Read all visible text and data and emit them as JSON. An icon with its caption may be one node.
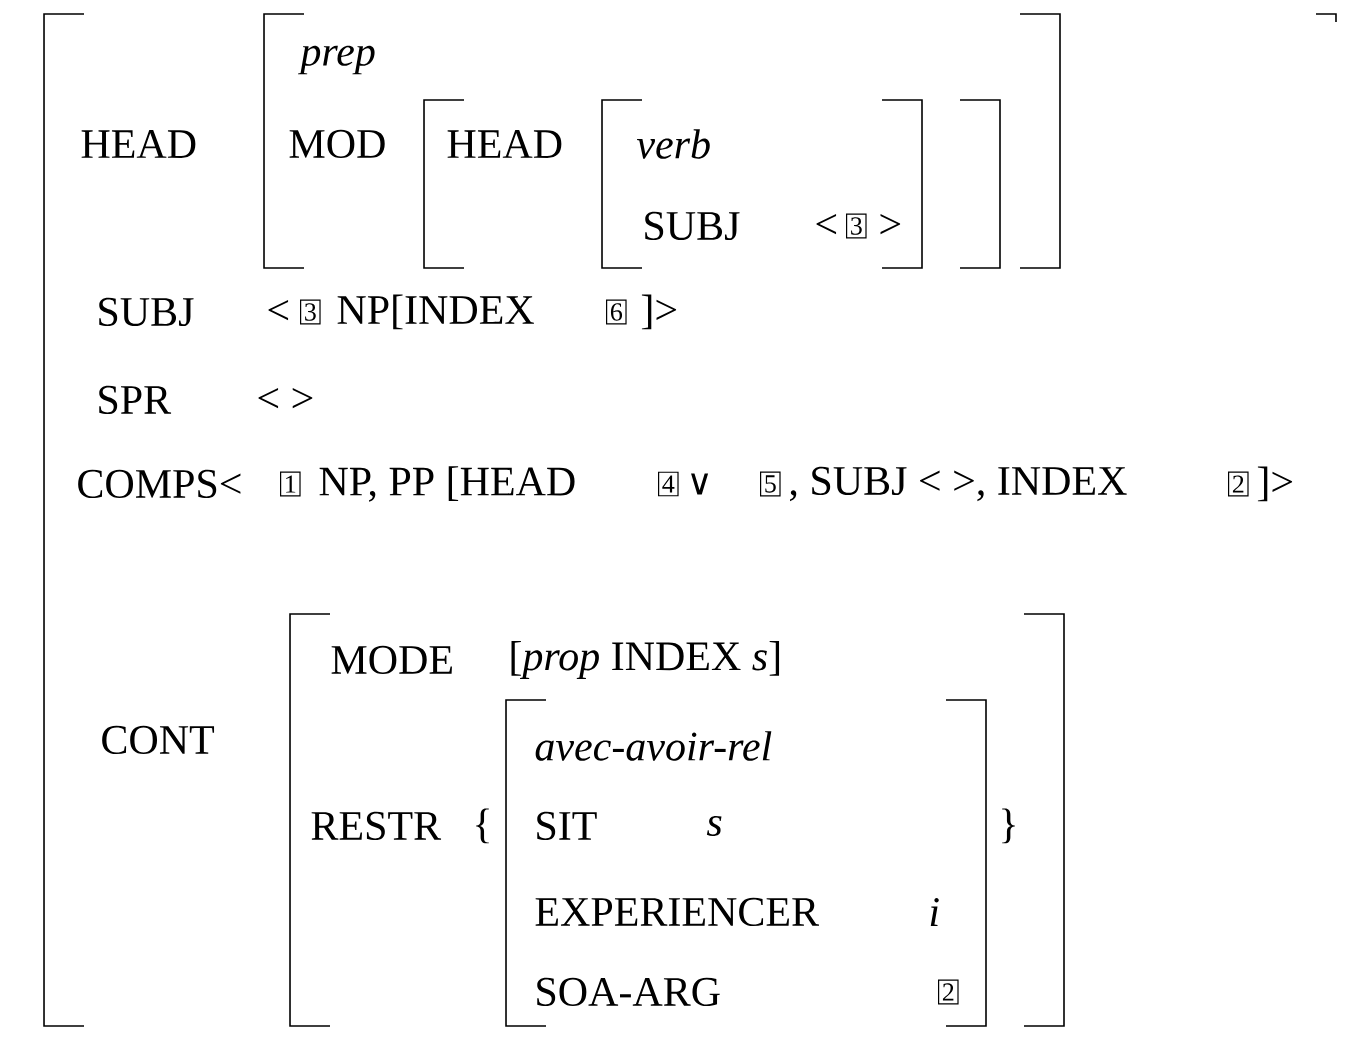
{
  "diagram": {
    "nodes": [
      {
        "text": [
          "HEAD",
          "SUBJ",
          "<",
          "3",
          "NP[INDEX",
          "6",
          "]>",
          "SPR",
          "< >",
          "COMPS<",
          "1",
          "NP, PP [HEAD",
          "4",
          "∨",
          "5",
          ", SUBJ < >, INDEX",
          "2",
          "]>",
          "CONT"
        ]
      },
      {
        "text": [
          "prep",
          "MOD"
        ],
        "in": 0
      },
      {
        "text": [
          "HEAD"
        ],
        "in": 1
      },
      {
        "text": [
          "verb",
          "SUBJ",
          "<",
          "3",
          ">"
        ],
        "in": 2
      },
      {
        "text": [
          "MODE",
          "[*prop* INDEX *s*]",
          "RESTR",
          "{",
          "}"
        ],
        "in": 0
      },
      {
        "text": [
          "avec-avoir-rel",
          "SIT",
          "s",
          "EXPERIENCER",
          "i",
          "SOA-ARG",
          "2"
        ],
        "in": 4
      }
    ]
  }
}
